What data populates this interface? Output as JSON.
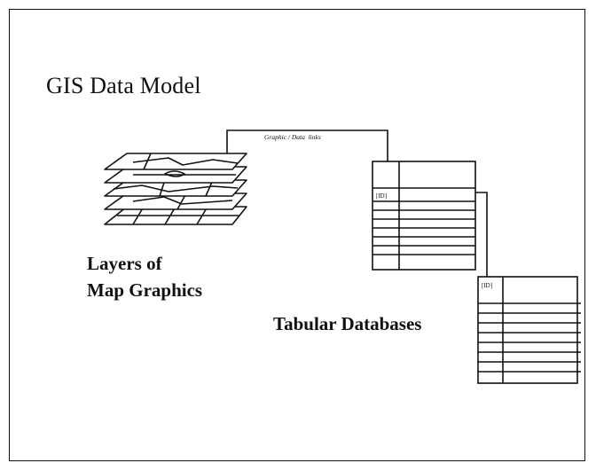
{
  "slide": {
    "title": "GIS Data Model",
    "link_label": "Graphic / Data  links",
    "layers_label_line1": "Layers of",
    "layers_label_line2": "Map Graphics",
    "tables_label": "Tabular Databases",
    "table1_id_header": "[ID]",
    "table2_id_header": "[ID]"
  }
}
